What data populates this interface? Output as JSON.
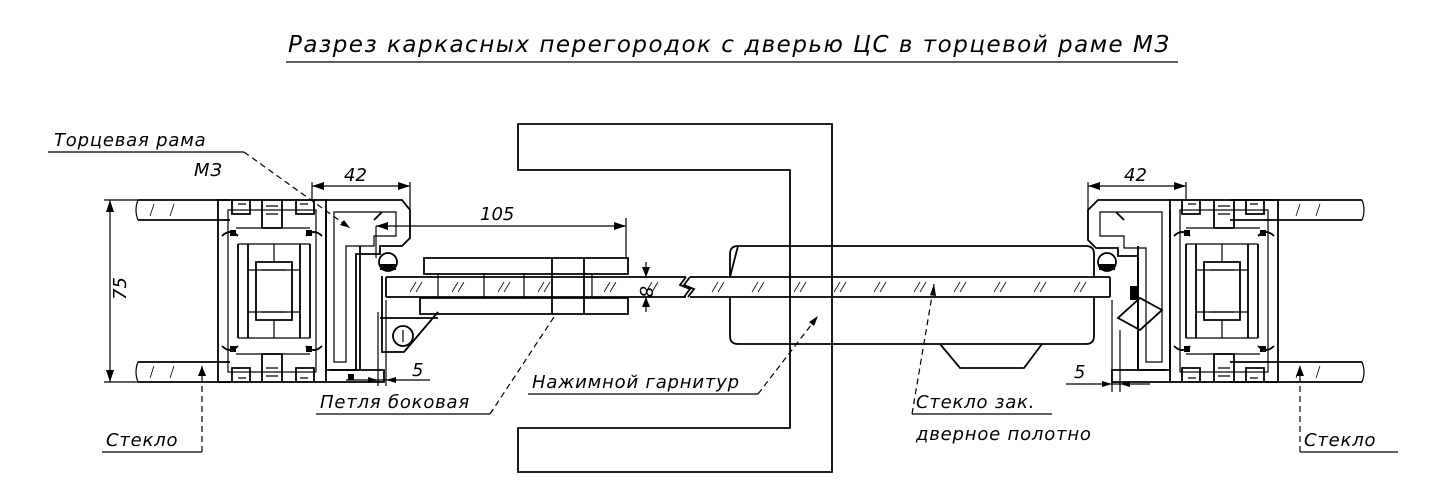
{
  "diagram": {
    "title": "Разрез каркасных перегородок с дверью ЦС в торцевой раме МЗ",
    "labels": {
      "frame_line1": "Торцевая рама",
      "frame_line2": "МЗ",
      "side_hinge": "Петля боковая",
      "press_fitting": "Нажимной гарнитур",
      "door_glass_line1": "Стекло зак.",
      "door_glass_line2": "дверное полотно",
      "glass_left": "Стекло",
      "glass_right": "Стекло"
    },
    "dimensions": {
      "frame_width_left": "42",
      "frame_width_right": "42",
      "hinge_span": "105",
      "frame_depth": "75",
      "glass_thickness": "8",
      "gap_left": "5",
      "gap_right": "5"
    }
  }
}
